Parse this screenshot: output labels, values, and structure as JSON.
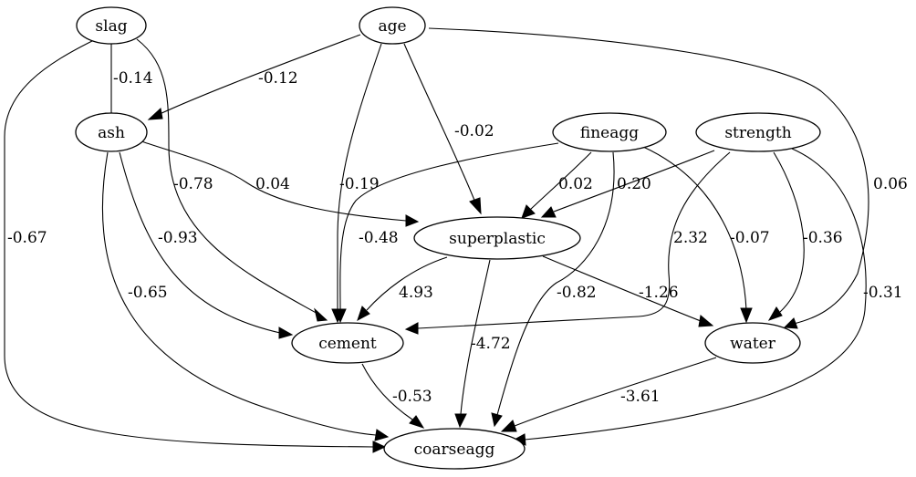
{
  "nodes": {
    "slag": "slag",
    "age": "age",
    "ash": "ash",
    "fineagg": "fineagg",
    "strength": "strength",
    "superplastic": "superplastic",
    "cement": "cement",
    "water": "water",
    "coarseagg": "coarseagg"
  },
  "edges": [
    {
      "from": "slag",
      "to": "ash",
      "weight": "-0.14"
    },
    {
      "from": "slag",
      "to": "cement",
      "weight": "-0.78"
    },
    {
      "from": "slag",
      "to": "coarseagg",
      "weight": "-0.67"
    },
    {
      "from": "age",
      "to": "ash",
      "weight": "-0.12"
    },
    {
      "from": "age",
      "to": "superplastic",
      "weight": "-0.02"
    },
    {
      "from": "age",
      "to": "cement",
      "weight": "-0.19"
    },
    {
      "from": "age",
      "to": "water",
      "weight": "0.06"
    },
    {
      "from": "ash",
      "to": "superplastic",
      "weight": "0.04"
    },
    {
      "from": "ash",
      "to": "cement",
      "weight": "-0.93"
    },
    {
      "from": "ash",
      "to": "coarseagg",
      "weight": "-0.65"
    },
    {
      "from": "fineagg",
      "to": "superplastic",
      "weight": "0.02"
    },
    {
      "from": "fineagg",
      "to": "cement",
      "weight": "-0.48"
    },
    {
      "from": "fineagg",
      "to": "water",
      "weight": "-0.07"
    },
    {
      "from": "fineagg",
      "to": "coarseagg",
      "weight": "-0.82"
    },
    {
      "from": "strength",
      "to": "superplastic",
      "weight": "0.20"
    },
    {
      "from": "strength",
      "to": "cement",
      "weight": "2.32"
    },
    {
      "from": "strength",
      "to": "water",
      "weight": "-0.36"
    },
    {
      "from": "strength",
      "to": "coarseagg",
      "weight": "-0.31"
    },
    {
      "from": "superplastic",
      "to": "cement",
      "weight": "4.93"
    },
    {
      "from": "superplastic",
      "to": "water",
      "weight": "-1.26"
    },
    {
      "from": "superplastic",
      "to": "coarseagg",
      "weight": "-4.72"
    },
    {
      "from": "cement",
      "to": "coarseagg",
      "weight": "-0.53"
    },
    {
      "from": "water",
      "to": "coarseagg",
      "weight": "-3.61"
    }
  ]
}
